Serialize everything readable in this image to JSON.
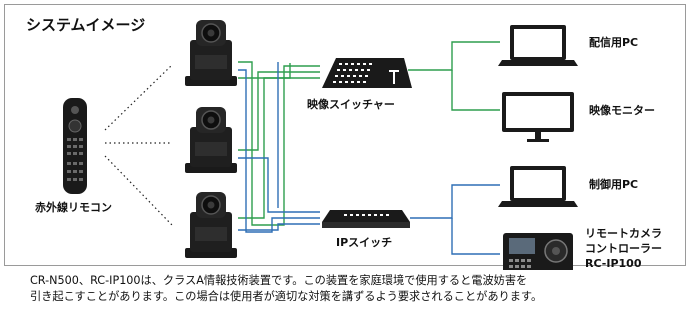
{
  "title": "システムイメージ",
  "labels": {
    "remote": "赤外線リモコン",
    "switcher": "映像スイッチャー",
    "ip_switch": "IPスイッチ",
    "pc_stream": "配信用PC",
    "monitor": "映像モニター",
    "pc_control": "制御用PC",
    "rcp_line1": "リモートカメラ",
    "rcp_line2": "コントローラー",
    "rcp_line3": "RC-IP100"
  },
  "footer": {
    "line1": "CR-N500、RC-IP100は、クラスA情報技術装置です。この装置を家庭環境で使用すると電波妨害を",
    "line2": "引き起こすことがあります。この場合は使用者が適切な対策を講ずるよう要求されることがあります。"
  },
  "colors": {
    "video_line": "#2e9e4e",
    "ip_line": "#2f6fb5",
    "border": "#9a9a9a",
    "device": "#1a1a1a"
  }
}
